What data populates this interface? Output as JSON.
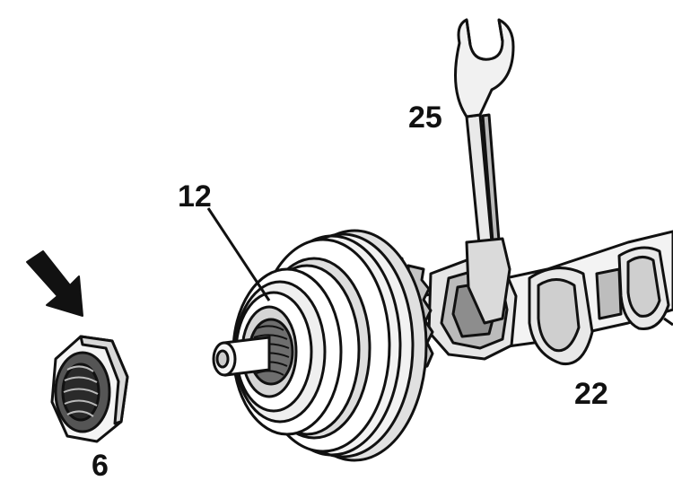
{
  "callouts": {
    "wrench": "25",
    "pulley": "12",
    "nut": "6",
    "camshaft": "22"
  },
  "colors": {
    "ink": "#111111",
    "paper": "#ffffff",
    "shade": "#555555"
  },
  "icons": {
    "direction_arrow": "down-right-arrow-icon"
  }
}
